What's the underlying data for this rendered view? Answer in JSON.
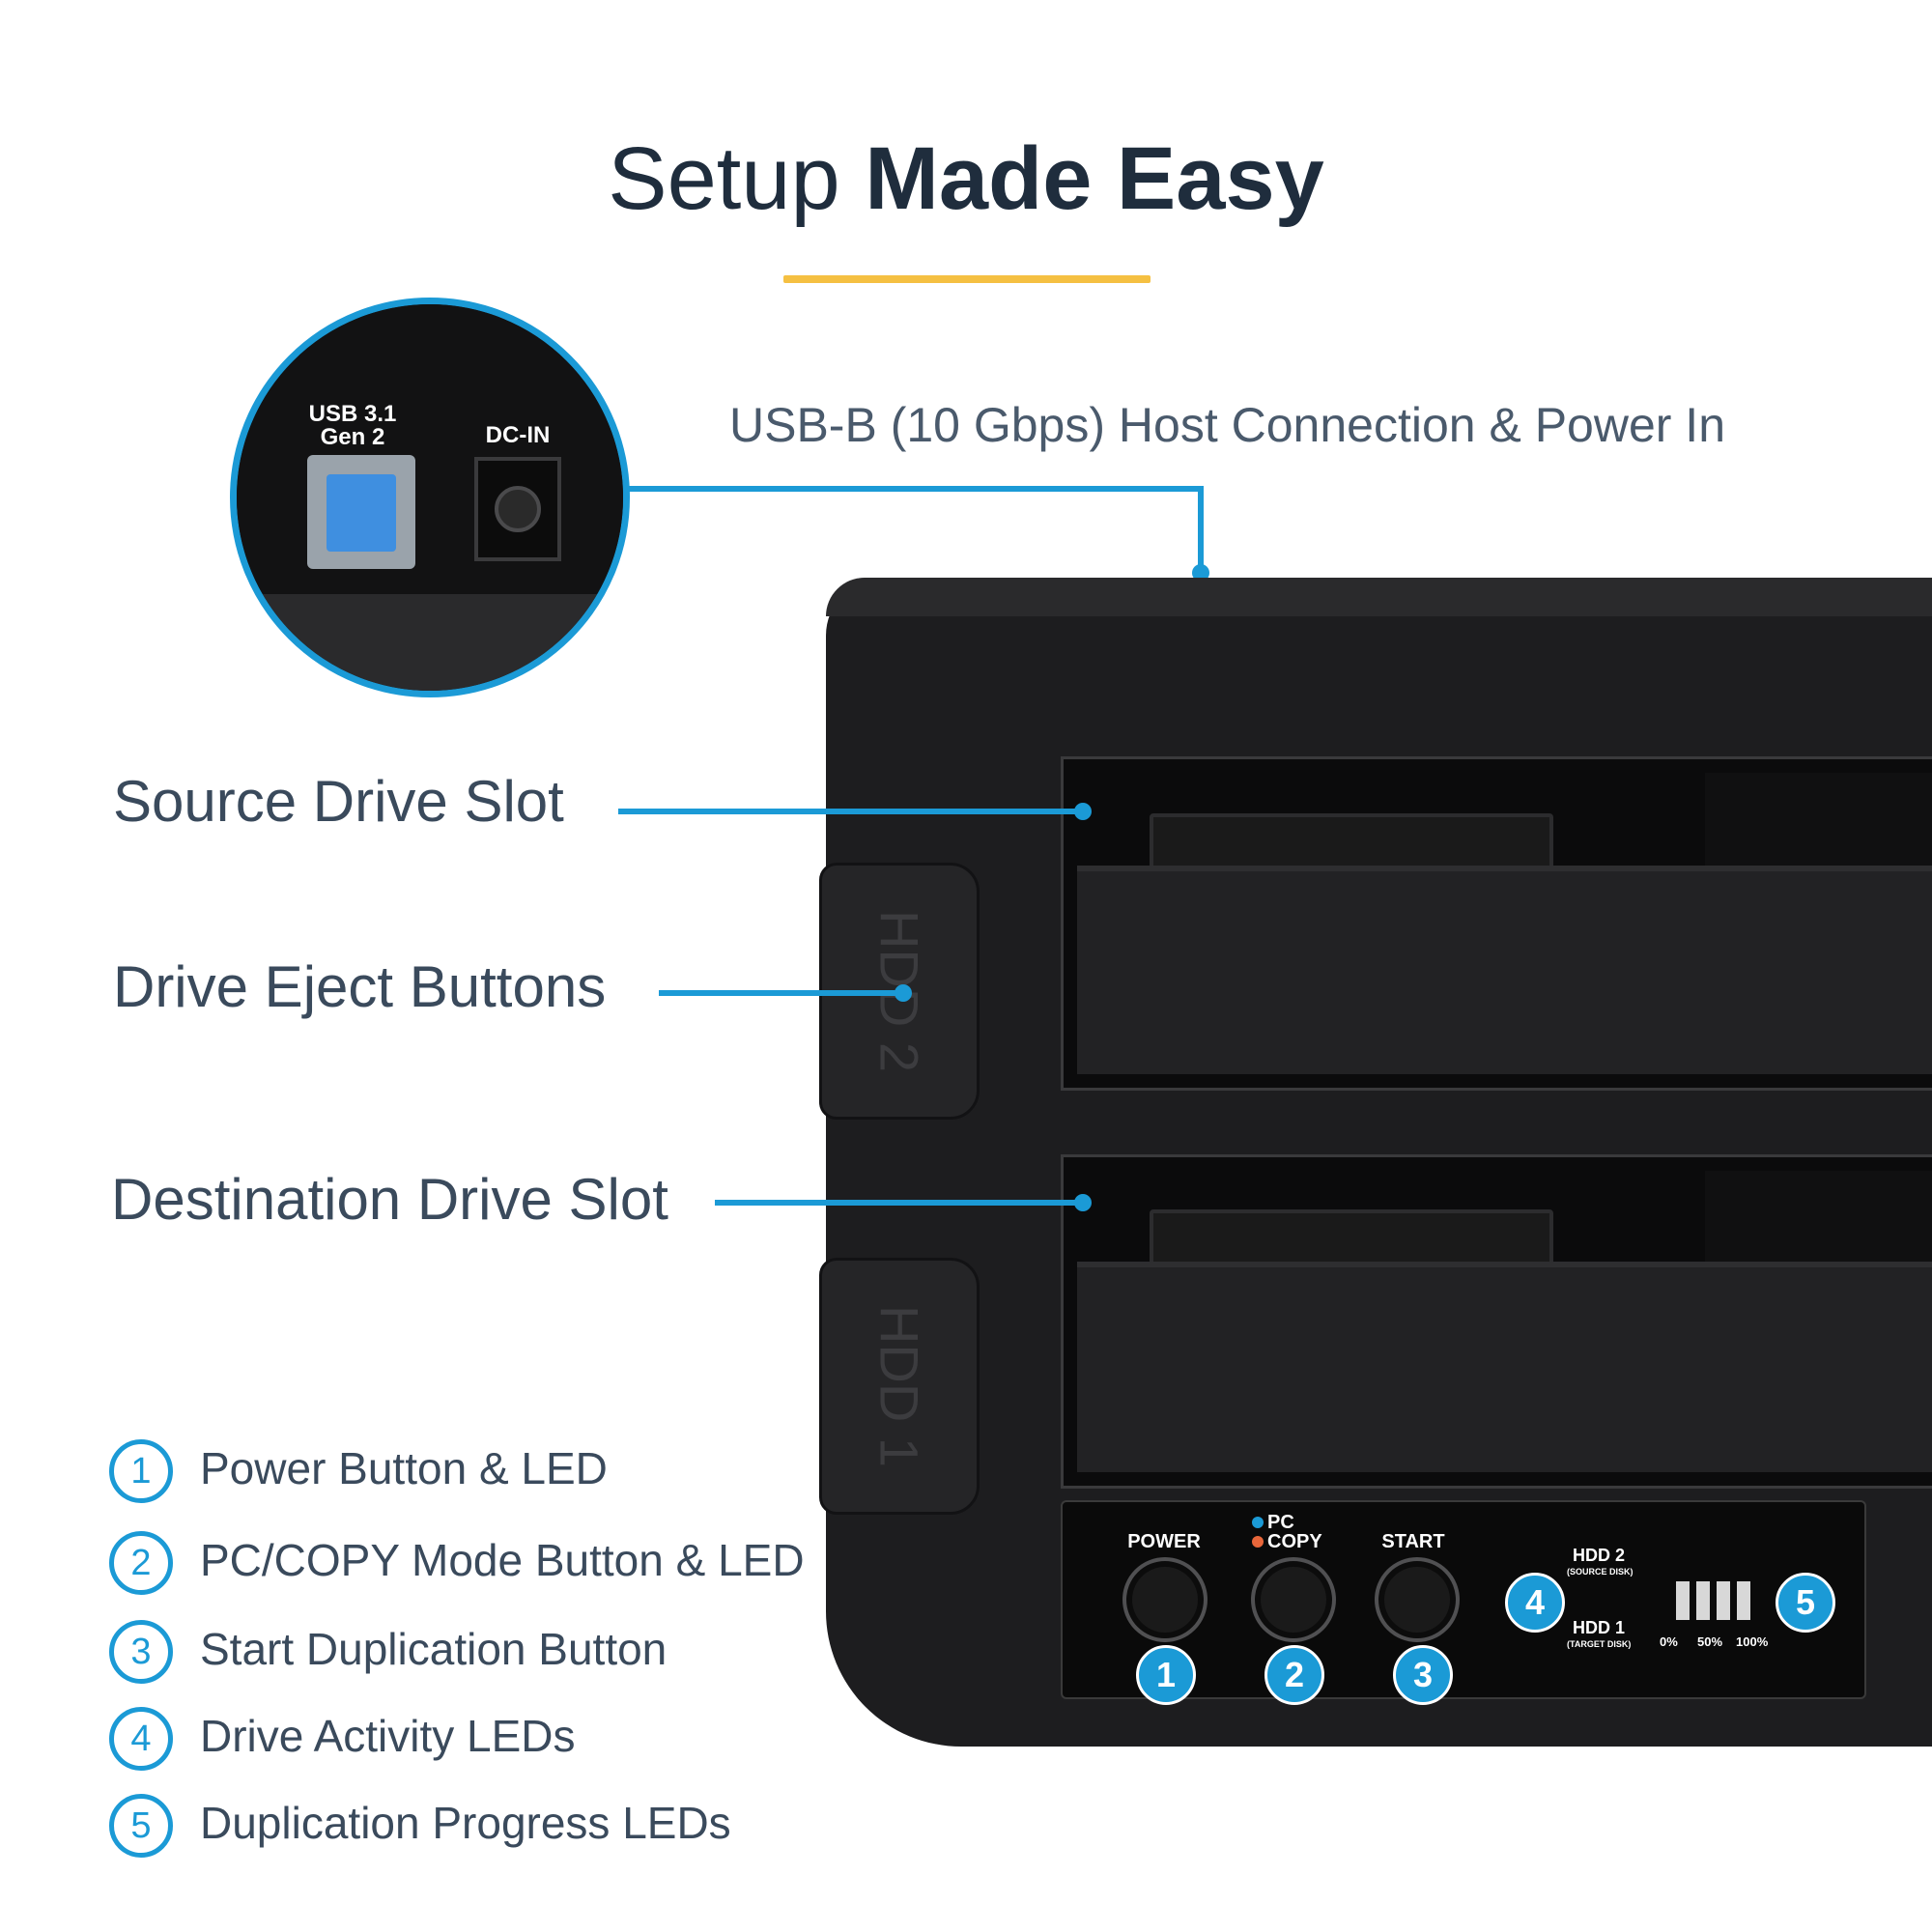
{
  "title": {
    "light": "Setup ",
    "bold": "Made Easy"
  },
  "callouts": {
    "usb": "USB-B (10 Gbps) Host Connection & Power In",
    "source": "Source Drive Slot",
    "eject": "Drive Eject Buttons",
    "destination": "Destination Drive Slot"
  },
  "zoom": {
    "usb_label_1": "USB 3.1",
    "usb_label_2": "Gen 2",
    "dc_label": "DC-IN"
  },
  "device": {
    "eject_top": "HDD 2",
    "eject_bottom": "HDD 1",
    "panel": {
      "power": "POWER",
      "pc": "PC",
      "copy": "COPY",
      "start": "START",
      "hdd2": "HDD 2",
      "hdd2_sub": "(SOURCE DISK)",
      "hdd1": "HDD 1",
      "hdd1_sub": "(TARGET DISK)",
      "pct_0": "0%",
      "pct_50": "50%",
      "pct_100": "100%"
    },
    "badges": [
      "1",
      "2",
      "3",
      "4",
      "5"
    ]
  },
  "features": [
    {
      "num": "1",
      "text": "Power Button & LED"
    },
    {
      "num": "2",
      "text": "PC/COPY Mode Button & LED"
    },
    {
      "num": "3",
      "text": "Start Duplication Button"
    },
    {
      "num": "4",
      "text": "Drive Activity LEDs"
    },
    {
      "num": "5",
      "text": "Duplication Progress LEDs"
    }
  ],
  "colors": {
    "accent": "#1b9ad6",
    "rule": "#f5c042",
    "pc_led": "#1b9ad6",
    "copy_led": "#e8663a"
  }
}
